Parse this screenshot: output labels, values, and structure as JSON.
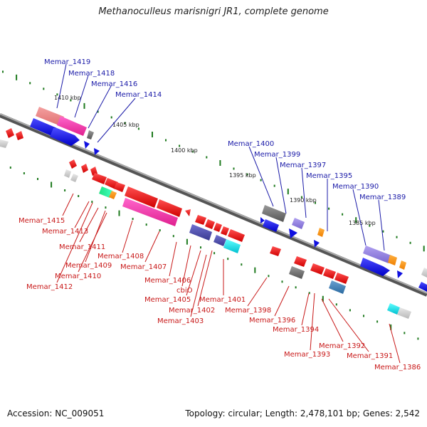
{
  "title": "Methanoculleus marisnigri JR1, complete genome",
  "footer": {
    "accession": "Accession: NC_009051",
    "topology": "Topology: circular; Length: 2,478,101 bp; Genes: 2,542"
  },
  "scale_labels": [
    "1410 kbp",
    "1405 kbp",
    "1400 kbp",
    "1395 kbp",
    "1390 kbp",
    "1385 kbp"
  ],
  "labels_top": [
    "Memar_1419",
    "Memar_1418",
    "Memar_1416",
    "Memar_1414",
    "Memar_1400",
    "Memar_1399",
    "Memar_1397",
    "Memar_1395",
    "Memar_1390",
    "Memar_1389"
  ],
  "labels_bottom": [
    "Memar_1415",
    "Memar_1413",
    "Memar_1411",
    "Memar_1409",
    "Memar_1410",
    "Memar_1412",
    "Memar_1408",
    "Memar_1407",
    "Memar_1406",
    "cbiO",
    "Memar_1405",
    "Memar_1402",
    "Memar_1403",
    "Memar_1401",
    "Memar_1398",
    "Memar_1396",
    "Memar_1394",
    "Memar_1393",
    "Memar_1392",
    "Memar_1391",
    "Memar_1386"
  ],
  "colors": {
    "top_label": "#1a1aa8",
    "bottom_label": "#c81818",
    "backbone": "#808080",
    "tick": "#1e7a1e"
  }
}
